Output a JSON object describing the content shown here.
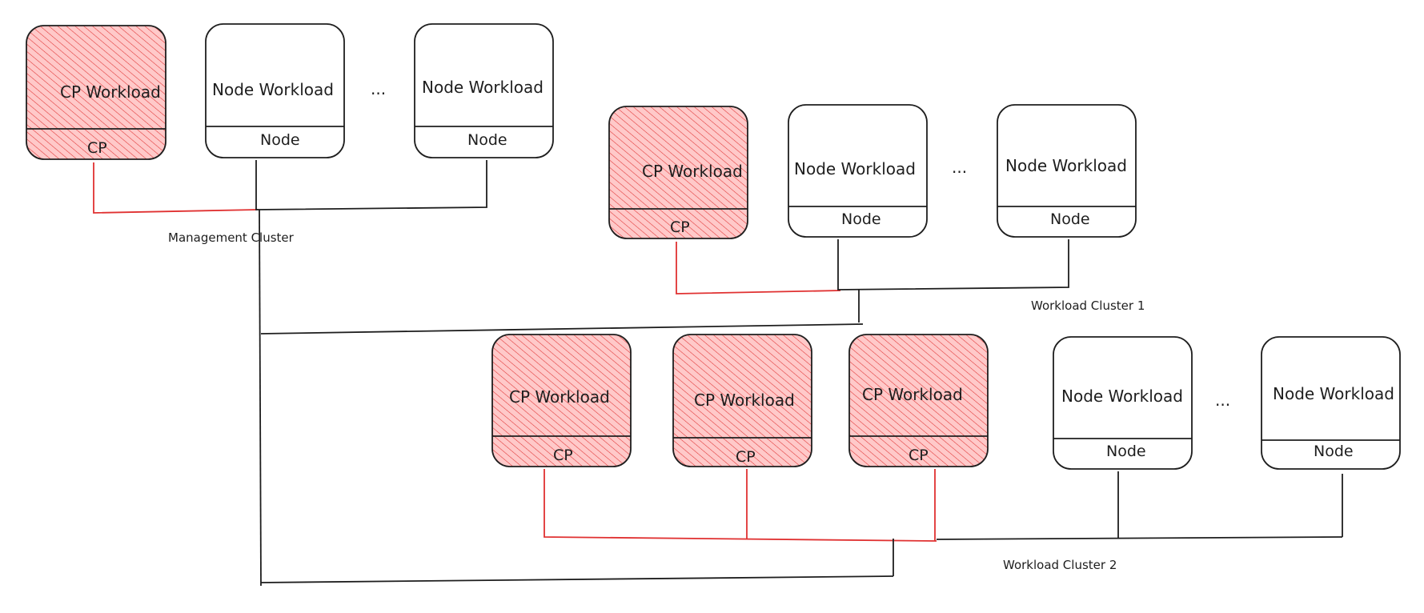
{
  "colors": {
    "cp_fill": "#ffc9c9",
    "cp_hatch": "#e03131",
    "stroke": "#1e1e1e",
    "cp_connector": "#e03131",
    "node_fill": "#ffffff"
  },
  "clusters": [
    {
      "label": "Management Cluster",
      "ellipsis": "...",
      "boxes": [
        {
          "kind": "cp",
          "workload": "CP Workload",
          "role": "CP"
        },
        {
          "kind": "node",
          "workload": "Node Workload",
          "role": "Node"
        },
        {
          "kind": "node",
          "workload": "Node Workload",
          "role": "Node"
        }
      ]
    },
    {
      "label": "Workload Cluster 1",
      "ellipsis": "...",
      "boxes": [
        {
          "kind": "cp",
          "workload": "CP Workload",
          "role": "CP"
        },
        {
          "kind": "node",
          "workload": "Node Workload",
          "role": "Node"
        },
        {
          "kind": "node",
          "workload": "Node Workload",
          "role": "Node"
        }
      ]
    },
    {
      "label": "Workload Cluster 2",
      "ellipsis": "...",
      "boxes": [
        {
          "kind": "cp",
          "workload": "CP Workload",
          "role": "CP"
        },
        {
          "kind": "cp",
          "workload": "CP Workload",
          "role": "CP"
        },
        {
          "kind": "cp",
          "workload": "CP Workload",
          "role": "CP"
        },
        {
          "kind": "node",
          "workload": "Node Workload",
          "role": "Node"
        },
        {
          "kind": "node",
          "workload": "Node Workload",
          "role": "Node"
        }
      ]
    }
  ]
}
